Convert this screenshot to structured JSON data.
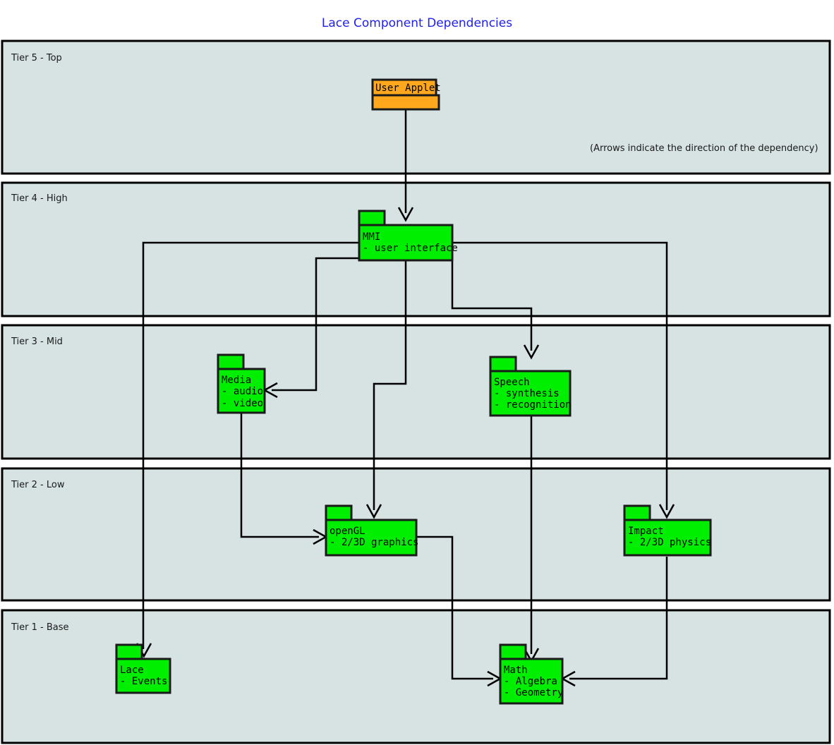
{
  "title": "Lace Component Dependencies",
  "note": "(Arrows indicate the direction of the dependency)",
  "colors": {
    "title": "#2020ee",
    "tier_fill": "#d7e2e2",
    "tier_stroke": "#000000",
    "package_green": "#00ee00",
    "package_orange": "#ffa81e",
    "connector": "#000000"
  },
  "tiers": [
    {
      "id": "tier5",
      "label": "Tier 5 - Top"
    },
    {
      "id": "tier4",
      "label": "Tier 4 - High"
    },
    {
      "id": "tier3",
      "label": "Tier 3 - Mid"
    },
    {
      "id": "tier2",
      "label": "Tier 2 - Low"
    },
    {
      "id": "tier1",
      "label": "Tier 1 - Base"
    }
  ],
  "packages": [
    {
      "id": "user-applet",
      "name": "User Applet",
      "items": [],
      "tier": "Tier 5 - Top",
      "color": "#ffa81e"
    },
    {
      "id": "mmi",
      "name": "MMI",
      "items": [
        "- user interface"
      ],
      "tier": "Tier 4 - High",
      "color": "#00ee00"
    },
    {
      "id": "media",
      "name": "Media",
      "items": [
        "- audio",
        "- video"
      ],
      "tier": "Tier 3 - Mid",
      "color": "#00ee00"
    },
    {
      "id": "speech",
      "name": "Speech",
      "items": [
        "- synthesis",
        "- recognition"
      ],
      "tier": "Tier 3 - Mid",
      "color": "#00ee00"
    },
    {
      "id": "opengl",
      "name": "openGL",
      "items": [
        "- 2/3D graphics"
      ],
      "tier": "Tier 2 - Low",
      "color": "#00ee00"
    },
    {
      "id": "impact",
      "name": "Impact",
      "items": [
        "- 2/3D physics"
      ],
      "tier": "Tier 2 - Low",
      "color": "#00ee00"
    },
    {
      "id": "lace",
      "name": "Lace",
      "items": [
        "- Events"
      ],
      "tier": "Tier 1 - Base",
      "color": "#00ee00"
    },
    {
      "id": "math",
      "name": "Math",
      "items": [
        "- Algebra",
        "- Geometry"
      ],
      "tier": "Tier 1 - Base",
      "color": "#00ee00"
    }
  ],
  "dependencies": [
    {
      "from": "User Applet",
      "to": "MMI"
    },
    {
      "from": "MMI",
      "to": "Media"
    },
    {
      "from": "MMI",
      "to": "Speech"
    },
    {
      "from": "MMI",
      "to": "openGL"
    },
    {
      "from": "MMI",
      "to": "Impact"
    },
    {
      "from": "MMI",
      "to": "Lace"
    },
    {
      "from": "Media",
      "to": "openGL"
    },
    {
      "from": "Speech",
      "to": "Math"
    },
    {
      "from": "openGL",
      "to": "Math"
    },
    {
      "from": "Impact",
      "to": "Math"
    }
  ]
}
